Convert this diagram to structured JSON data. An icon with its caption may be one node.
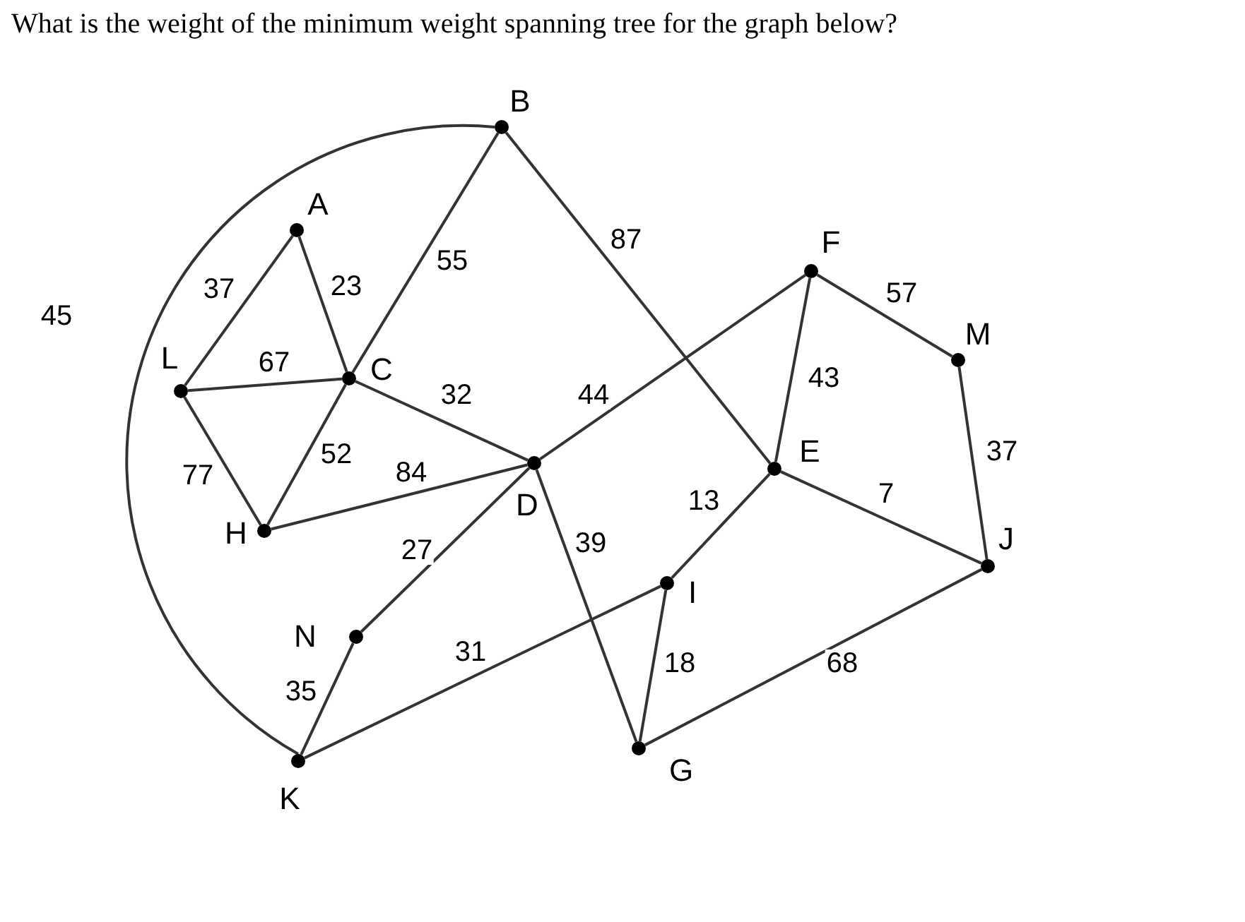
{
  "diagram": {
    "title": "What is the weight of the minimum weight spanning tree for the graph below?",
    "nodes": [
      {
        "text": [],
        "shape": "circle",
        "beside": [
          "A"
        ]
      },
      {
        "text": [],
        "shape": "circle",
        "beside": [
          "B"
        ]
      },
      {
        "text": [],
        "shape": "circle",
        "beside": [
          "C"
        ]
      },
      {
        "text": [],
        "shape": "circle",
        "beside": [
          "D"
        ]
      },
      {
        "text": [],
        "shape": "circle",
        "beside": [
          "E"
        ]
      },
      {
        "text": [],
        "shape": "circle",
        "beside": [
          "F"
        ]
      },
      {
        "text": [],
        "shape": "circle",
        "beside": [
          "G"
        ]
      },
      {
        "text": [],
        "shape": "circle",
        "beside": [
          "H"
        ]
      },
      {
        "text": [],
        "shape": "circle",
        "beside": [
          "I"
        ]
      },
      {
        "text": [],
        "shape": "circle",
        "beside": [
          "J"
        ]
      },
      {
        "text": [],
        "shape": "circle",
        "beside": [
          "K"
        ]
      },
      {
        "text": [],
        "shape": "circle",
        "beside": [
          "L"
        ]
      },
      {
        "text": [],
        "shape": "circle",
        "beside": [
          "M"
        ]
      },
      {
        "text": [],
        "shape": "circle",
        "beside": [
          "N"
        ]
      }
    ],
    "edges": [
      {
        "from": 11,
        "to": 0,
        "arrow": "none",
        "label": "37"
      },
      {
        "from": 0,
        "to": 2,
        "arrow": "none",
        "label": "23"
      },
      {
        "from": 11,
        "to": 2,
        "arrow": "none",
        "label": "67"
      },
      {
        "from": 11,
        "to": 7,
        "arrow": "none",
        "label": "77"
      },
      {
        "from": 2,
        "to": 7,
        "arrow": "none",
        "label": "52"
      },
      {
        "from": 2,
        "to": 1,
        "arrow": "none",
        "label": "55"
      },
      {
        "from": 2,
        "to": 3,
        "arrow": "none",
        "label": "32"
      },
      {
        "from": 7,
        "to": 3,
        "arrow": "none",
        "label": "84"
      },
      {
        "from": 1,
        "to": 4,
        "arrow": "none",
        "label": "87"
      },
      {
        "from": 3,
        "to": 5,
        "arrow": "none",
        "label": "44"
      },
      {
        "from": 3,
        "to": 13,
        "arrow": "none",
        "label": "27"
      },
      {
        "from": 3,
        "to": 6,
        "arrow": "none",
        "label": "39"
      },
      {
        "from": 5,
        "to": 4,
        "arrow": "none",
        "label": "43"
      },
      {
        "from": 5,
        "to": 12,
        "arrow": "none",
        "label": "57"
      },
      {
        "from": 12,
        "to": 9,
        "arrow": "none",
        "label": "37"
      },
      {
        "from": 4,
        "to": 9,
        "arrow": "none",
        "label": "7"
      },
      {
        "from": 4,
        "to": 8,
        "arrow": "none",
        "label": "13"
      },
      {
        "from": 8,
        "to": 6,
        "arrow": "none",
        "label": "18"
      },
      {
        "from": 8,
        "to": 10,
        "arrow": "none",
        "label": "31"
      },
      {
        "from": 6,
        "to": 9,
        "arrow": "none",
        "label": "68"
      },
      {
        "from": 13,
        "to": 10,
        "arrow": "none",
        "label": "35"
      },
      {
        "from": 1,
        "to": 10,
        "arrow": "none",
        "label": "45"
      }
    ]
  }
}
